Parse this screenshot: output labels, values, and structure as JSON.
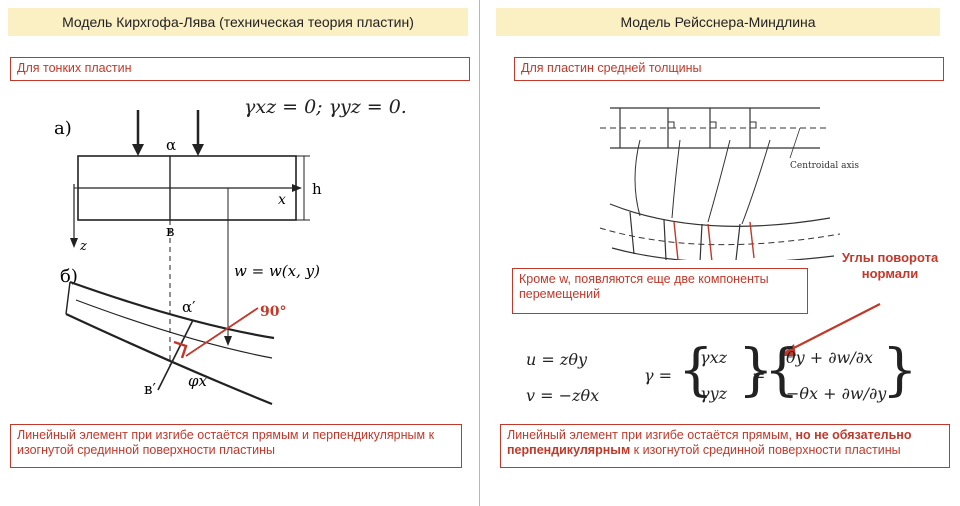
{
  "left": {
    "title": "Модель Кирхгофа-Лява (техническая теория пластин)",
    "subtitle": "Для тонких пластин",
    "strain_eq": "γxz = 0;   γyz = 0.",
    "label_a": "а)",
    "label_b": "б)",
    "label_alpha": "α",
    "label_beta": "в",
    "label_alpha_prime": "α′",
    "label_beta_prime": "в′",
    "label_h": "h",
    "label_x": "x",
    "label_z": "z",
    "label_w": "w = w(x, y)",
    "label_phi": "φx",
    "angle_label": "90°",
    "caption": "Линейный элемент при изгибе остаётся прямым и перпендикулярным к изогнутой срединной поверхности пластины"
  },
  "right": {
    "title": "Модель Рейсснера-Миндлина",
    "subtitle": "Для пластин средней толщины",
    "centroidal_label": "Centroidal axis",
    "note": "Кроме w, появляются еще две компоненты перемещений",
    "rot_label": "Углы поворота нормали",
    "eq_u": "u = zθy",
    "eq_v": "v = −zθx",
    "gamma_lhs": "γ =",
    "gamma_xz": "γxz",
    "gamma_yz": "γyz",
    "rhs_1": "θy + ∂w/∂x",
    "rhs_2": "−θx + ∂w/∂y",
    "caption_part1": "Линейный элемент при изгибе остаётся прямым, ",
    "caption_bold": "но не обязательно перпендикулярным",
    "caption_part2": " к изогнутой срединной поверхности пластины"
  },
  "colors": {
    "accent": "#c0392b",
    "banner": "#fbefc4"
  }
}
